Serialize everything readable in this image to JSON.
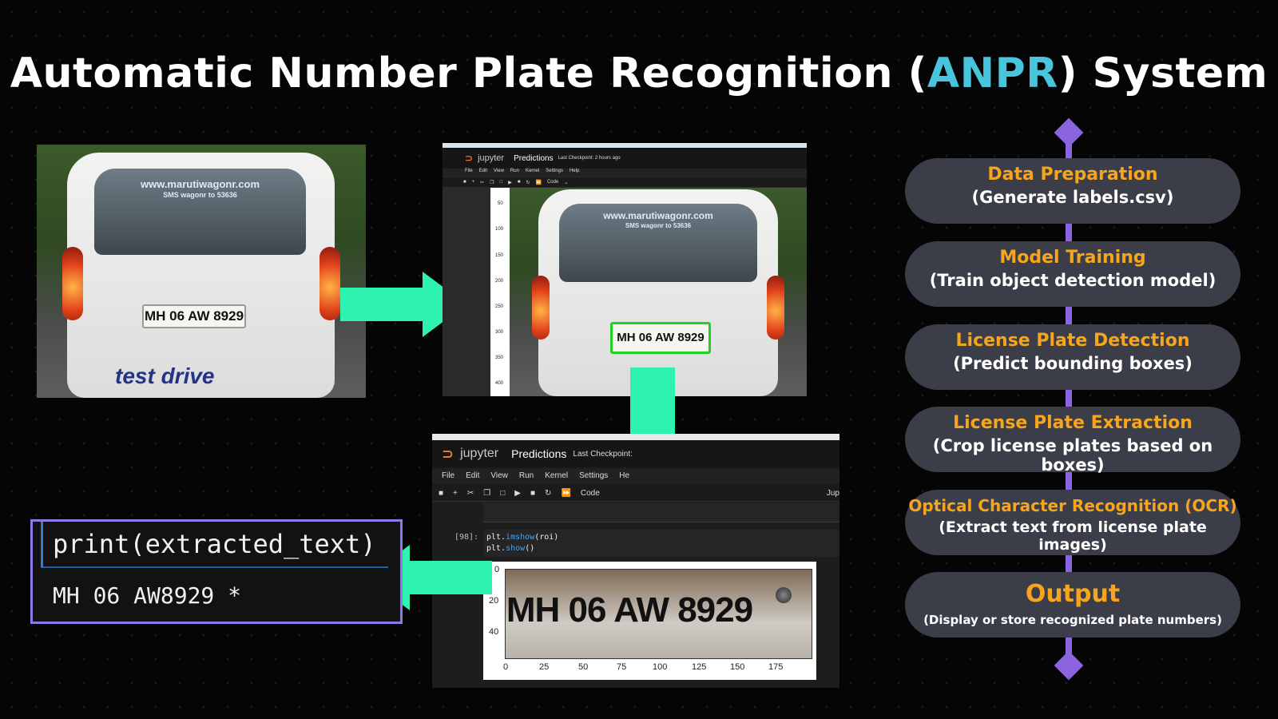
{
  "title": {
    "prefix": "Automatic Number Plate Recognition (",
    "accent": "ANPR",
    "suffix": ") System"
  },
  "colors": {
    "accent_cyan": "#49c4dd",
    "arrow_green": "#2ef2b0",
    "step_title_orange": "#f6a51c",
    "flow_purple": "#8c63e0",
    "pill_bg": "#3b3e48"
  },
  "car_photo": {
    "window_url": "www.marutiwagonr.com",
    "window_sms": "SMS wagonr to 53636",
    "plate": "MH 06 AW 8929",
    "decal": "test drive"
  },
  "detection_screen": {
    "brand": "jupyter",
    "notebook": "Predictions",
    "checkpoint": "Last Checkpoint: 2 hours ago",
    "menu": [
      "File",
      "Edit",
      "View",
      "Run",
      "Kernel",
      "Settings",
      "Help"
    ],
    "cell_type": "Code",
    "y_ticks": [
      "50",
      "100",
      "150",
      "200",
      "250",
      "300",
      "350",
      "400"
    ],
    "window_url": "www.marutiwagonr.com",
    "window_sms": "SMS wagonr to 53636",
    "plate": "MH 06 AW 8929"
  },
  "roi_screen": {
    "brand": "jupyter",
    "notebook": "Predictions",
    "checkpoint": "Last Checkpoint:",
    "menu": [
      "File",
      "Edit",
      "View",
      "Run",
      "Kernel",
      "Settings",
      "He"
    ],
    "cell_type": "Code",
    "right_cut": "Jup",
    "cell_prompt": "[98]:",
    "code_line1_a": "plt.",
    "code_line1_b": "imshow",
    "code_line1_c": "(roi)",
    "code_line2_a": "plt.",
    "code_line2_b": "show",
    "code_line2_c": "()",
    "plate": "MH 06 AW 8929",
    "y_ticks": [
      "0",
      "20",
      "40"
    ],
    "x_ticks": [
      "0",
      "25",
      "50",
      "75",
      "100",
      "125",
      "150",
      "175"
    ]
  },
  "code_output": {
    "command": "print(extracted_text)",
    "result": "MH 06 AW8929 *"
  },
  "steps": [
    {
      "title": "Data Preparation",
      "subtitle": "(Generate labels.csv)"
    },
    {
      "title": "Model Training",
      "subtitle": "(Train object detection model)"
    },
    {
      "title": "License Plate Detection",
      "subtitle": "(Predict bounding boxes)"
    },
    {
      "title": "License Plate Extraction",
      "subtitle": "(Crop license plates based on boxes)"
    },
    {
      "title": "Optical Character Recognition (OCR)",
      "subtitle": "(Extract text from license plate images)"
    },
    {
      "title": "Output",
      "subtitle": "(Display or store recognized plate numbers)"
    }
  ]
}
